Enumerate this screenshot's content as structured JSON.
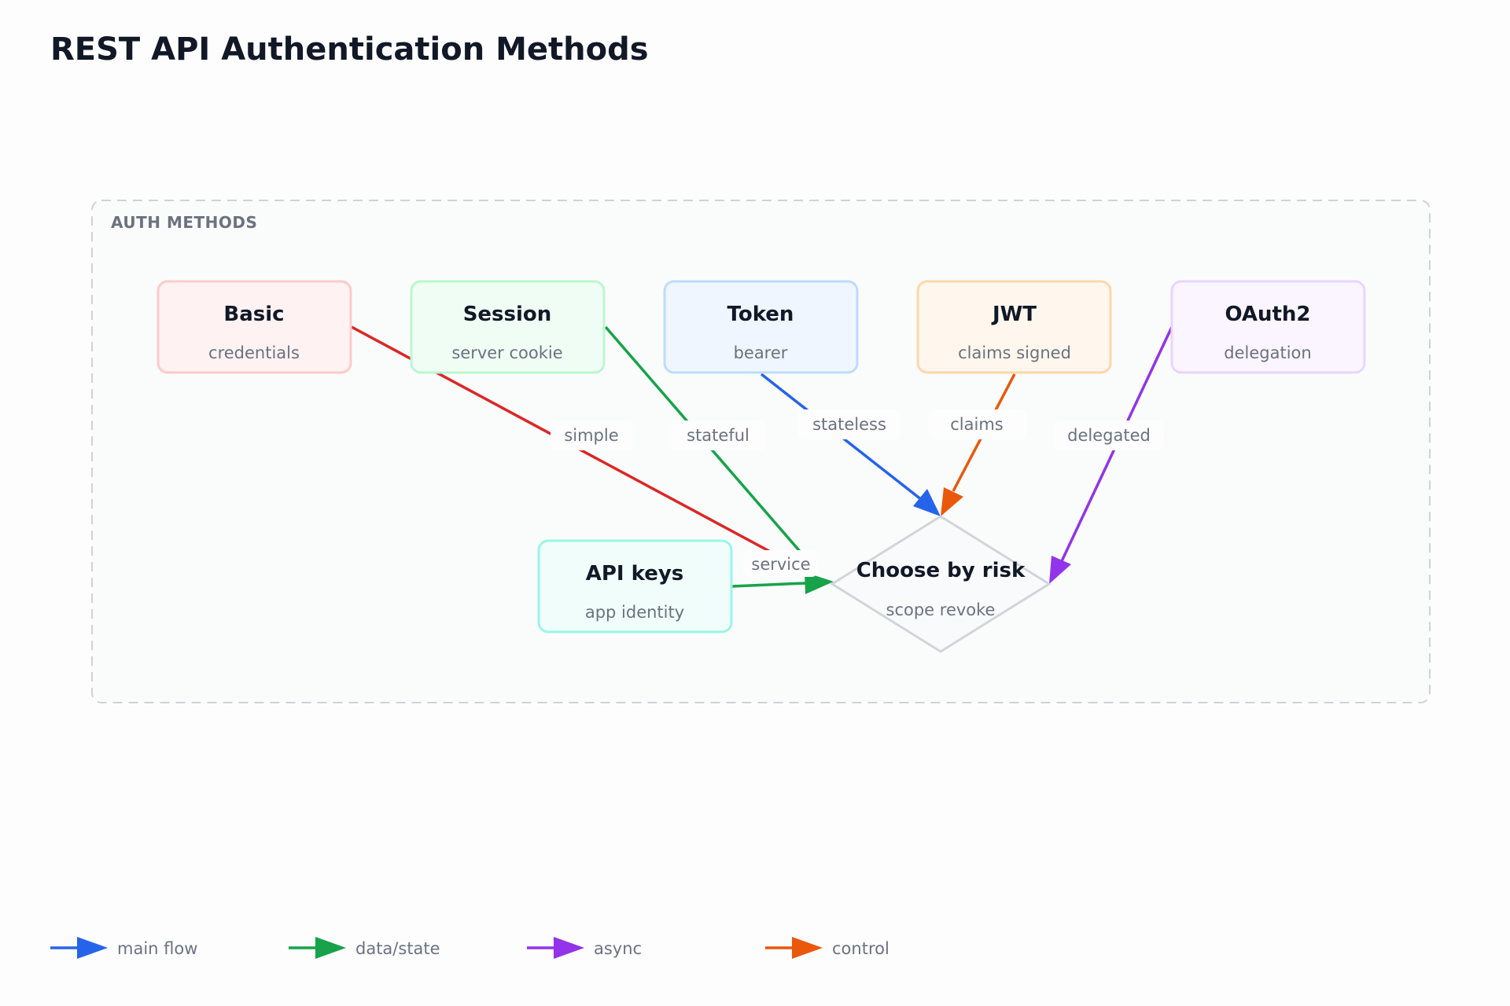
{
  "title": "REST API Authentication Methods",
  "group": {
    "label": "AUTH METHODS"
  },
  "colors": {
    "main_flow": "#2563eb",
    "data_state": "#16a34a",
    "async": "#9333ea",
    "control": "#ea580c",
    "basic_edge": "#dc2626"
  },
  "nodes": {
    "basic": {
      "title": "Basic",
      "subtitle": "credentials"
    },
    "session": {
      "title": "Session",
      "subtitle": "server cookie"
    },
    "token": {
      "title": "Token",
      "subtitle": "bearer"
    },
    "jwt": {
      "title": "JWT",
      "subtitle": "claims signed"
    },
    "oauth2": {
      "title": "OAuth2",
      "subtitle": "delegation"
    },
    "api_keys": {
      "title": "API keys",
      "subtitle": "app identity"
    },
    "decision": {
      "title": "Choose by risk",
      "subtitle": "scope revoke"
    }
  },
  "edges": {
    "basic": {
      "label": "simple"
    },
    "session": {
      "label": "stateful"
    },
    "token": {
      "label": "stateless"
    },
    "jwt": {
      "label": "claims"
    },
    "oauth2": {
      "label": "delegated"
    },
    "api_keys": {
      "label": "service"
    }
  },
  "legend": [
    {
      "label": "main flow"
    },
    {
      "label": "data/state"
    },
    {
      "label": "async"
    },
    {
      "label": "control"
    }
  ]
}
